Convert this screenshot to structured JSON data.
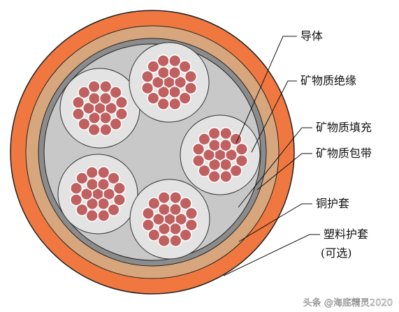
{
  "labels": {
    "conductor": "导体",
    "insulation": "矿物质绝缘",
    "filler": "矿物质填充",
    "wrap": "矿物质包带",
    "copper_sheath": "铜护套",
    "plastic_sheath": "塑料护套",
    "optional": "(可选)"
  },
  "watermark": "头条 @海底精灵2020",
  "colors": {
    "outer_sheath": "#f07840",
    "copper_sheath": "#d7a67c",
    "wrap": "#8c8c8c",
    "filler": "#c8c8c8",
    "insulation": "#e3e3e3",
    "strand": "#c06060"
  }
}
